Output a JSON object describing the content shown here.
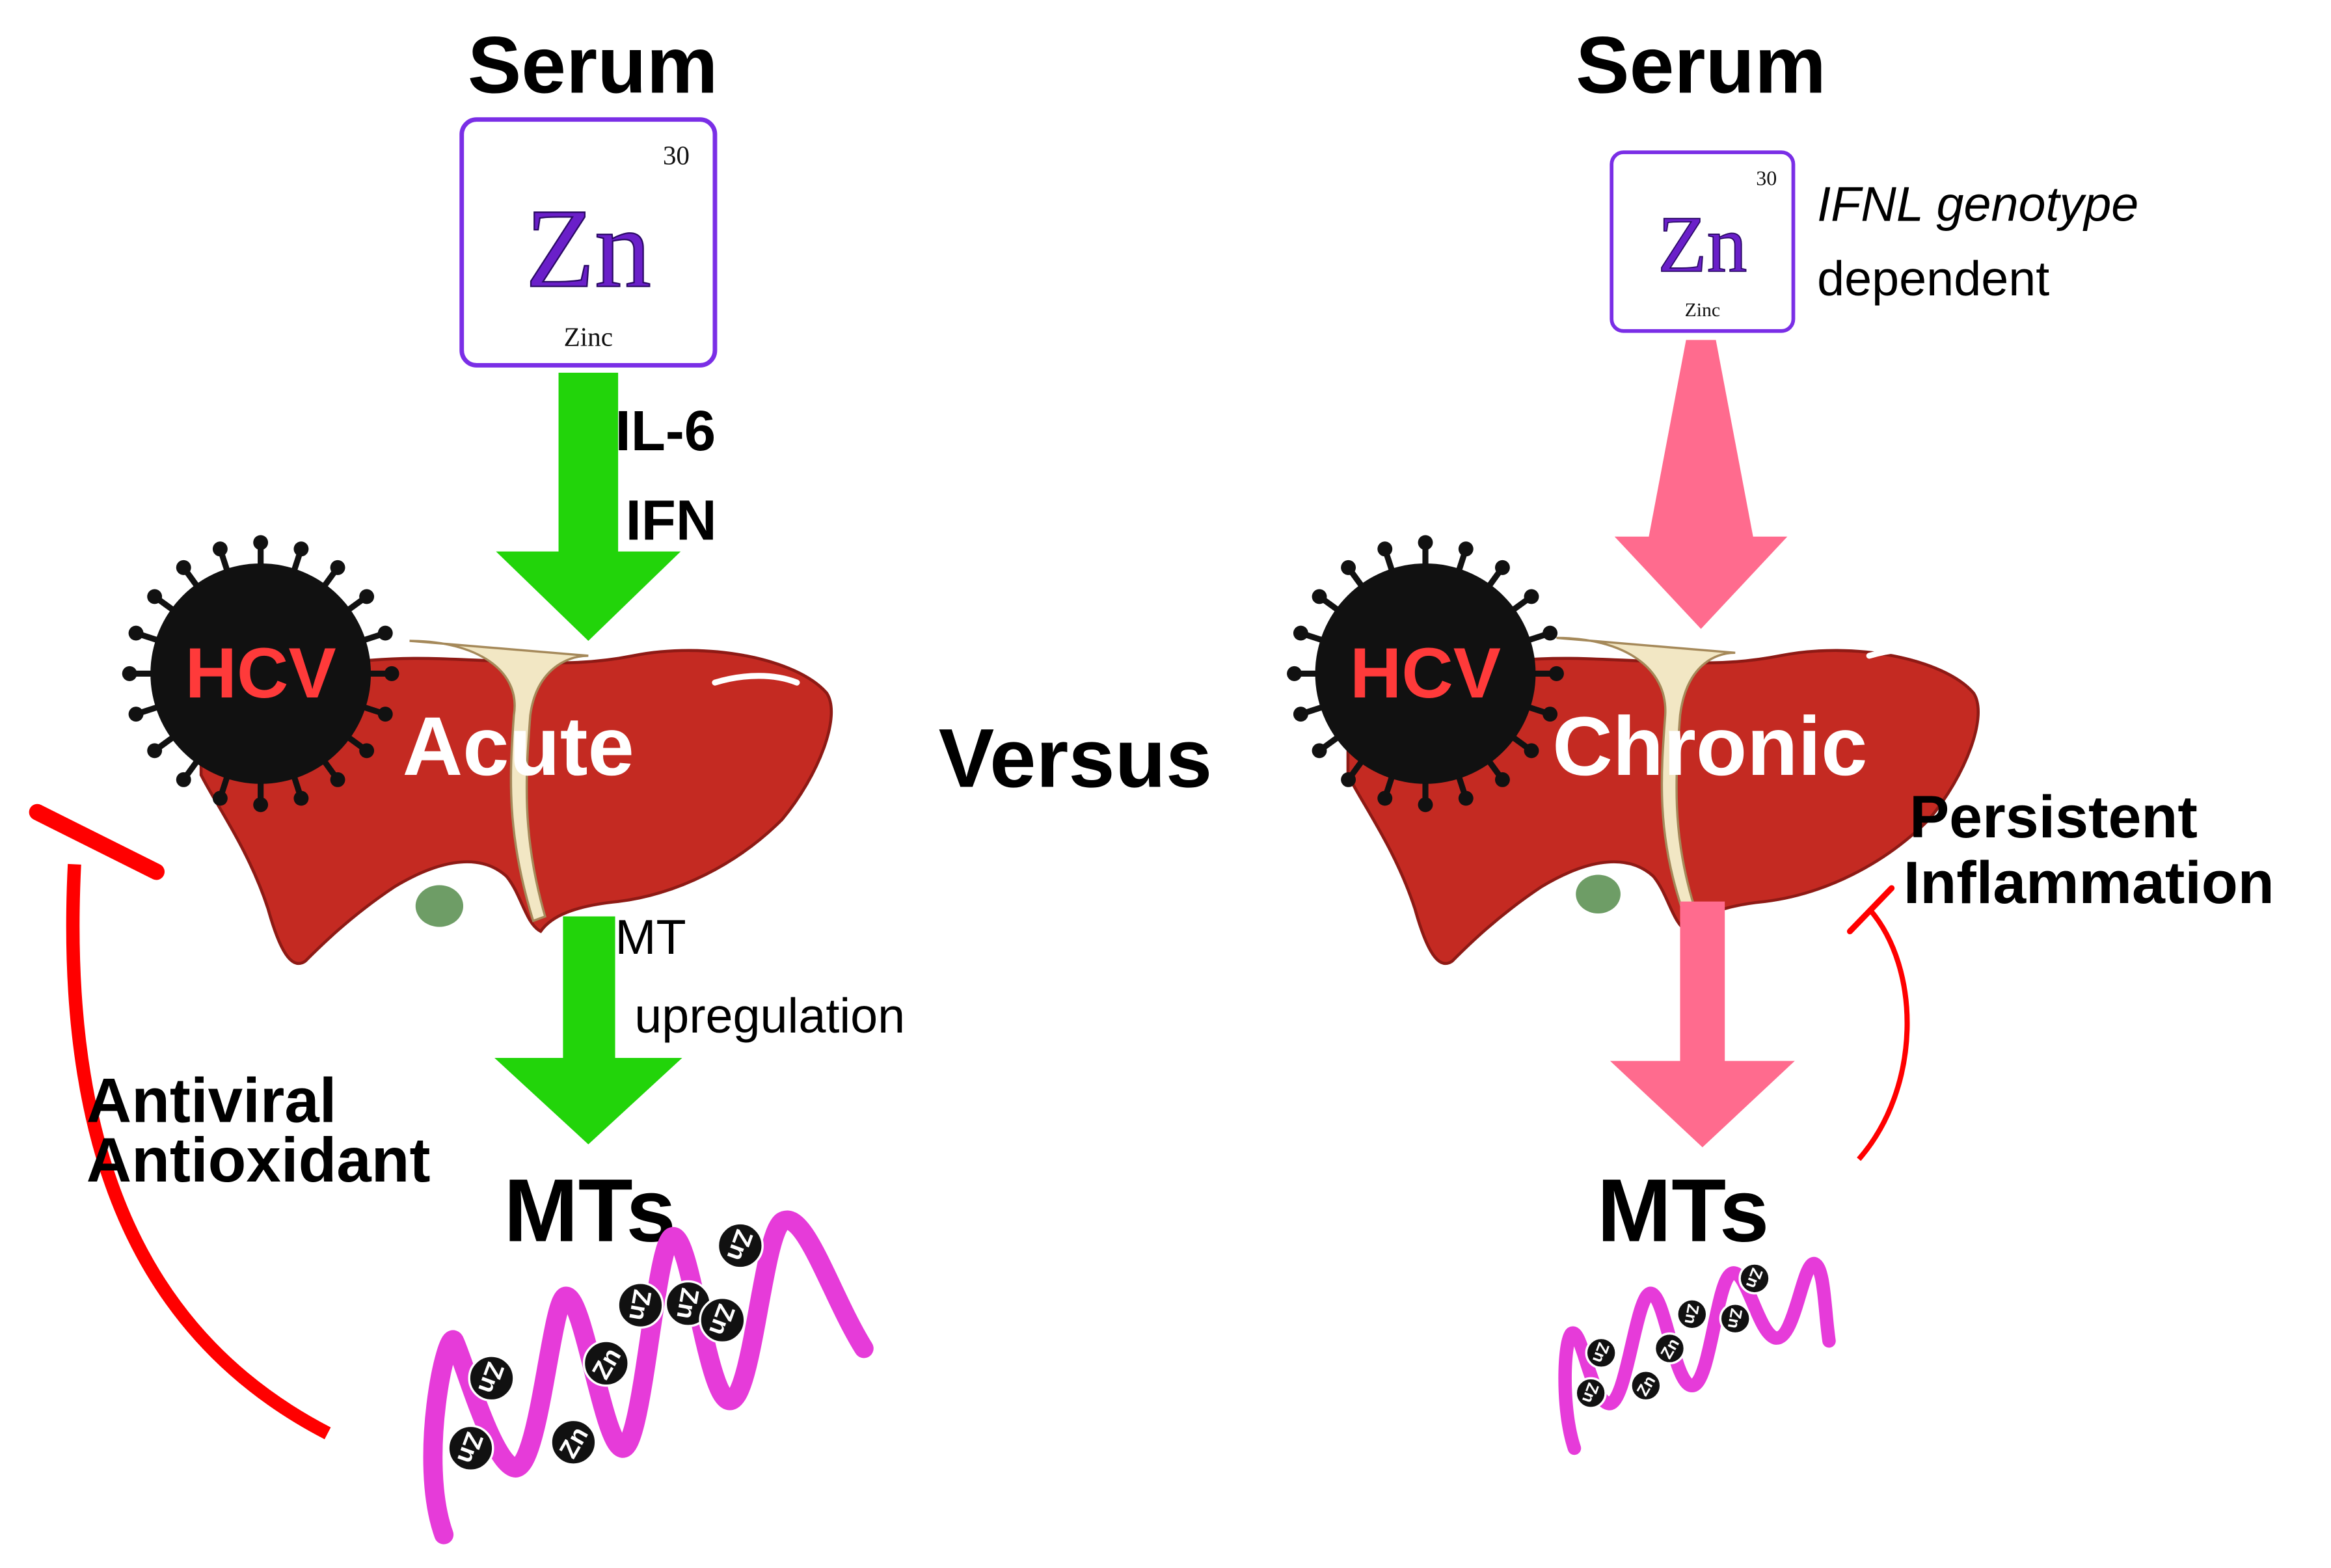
{
  "colors": {
    "zinc_purple": "#7a2ee6",
    "zn_symbol": "#6a1fc9",
    "acute_arrow": "#22d40a",
    "chronic_arrow": "#ff6b8e",
    "inhibit_red": "#ff0000",
    "liver": "#c42a22",
    "liver_dark": "#8e1a15",
    "gallbladder": "#6e9d66",
    "mt_helix": "#e63bd9",
    "virus": "#111111",
    "hcv_text": "#ff3a3a",
    "white": "#ffffff"
  },
  "left_panel": {
    "serum_label": "Serum",
    "zinc_tile": {
      "number": "30",
      "symbol": "Zn",
      "name": "Zinc"
    },
    "inducers": [
      "IL-6",
      "IFN"
    ],
    "virus_label": "HCV",
    "liver_label": "Acute",
    "mt_upregulation": [
      "MT",
      "upregulation"
    ],
    "effect": [
      "Antiviral",
      "Antioxidant"
    ],
    "mts_label": "MTs",
    "zn_bead_label": "Zn"
  },
  "center": {
    "versus_label": "Versus"
  },
  "right_panel": {
    "serum_label": "Serum",
    "zinc_tile": {
      "number": "30",
      "symbol": "Zn",
      "name": "Zinc"
    },
    "genotype_note": [
      "IFNL genotype",
      "dependent"
    ],
    "virus_label": "HCV",
    "liver_label": "Chronic",
    "effect": [
      "Persistent",
      "Inflammation"
    ],
    "mts_label": "MTs",
    "zn_bead_label": "Zn"
  }
}
